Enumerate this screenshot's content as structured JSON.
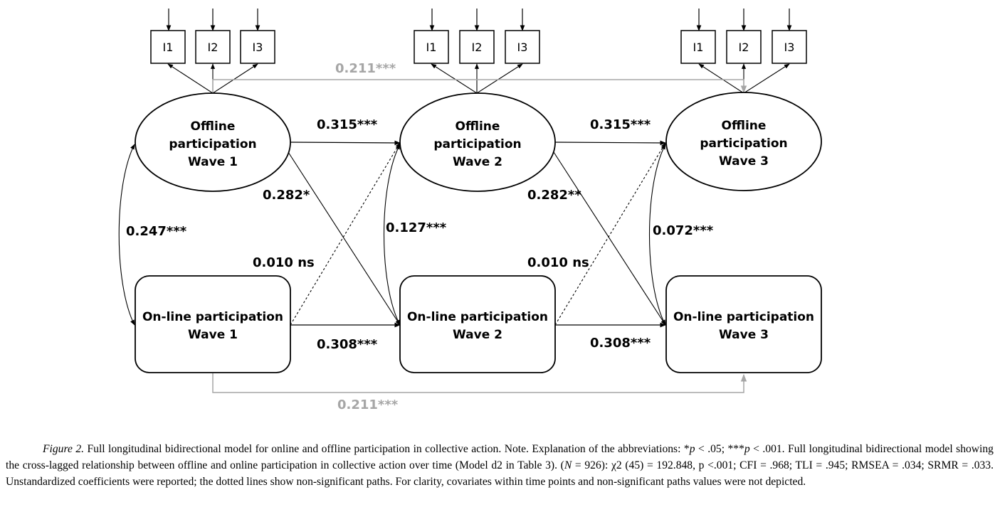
{
  "nodes": {
    "offline1": [
      "Offline",
      "participation",
      "Wave 1"
    ],
    "offline2": [
      "Offline",
      "participation",
      "Wave 2"
    ],
    "offline3": [
      "Offline",
      "participation",
      "Wave 3"
    ],
    "online1": [
      "On-line participation",
      "Wave 1"
    ],
    "online2": [
      "On-line participation",
      "Wave 2"
    ],
    "online3": [
      "On-line participation",
      "Wave 3"
    ]
  },
  "indicators": [
    "I1",
    "I2",
    "I3"
  ],
  "coefficients": {
    "offline_autoregressive": "0.315***",
    "online_autoregressive": "0.308***",
    "offline_to_online": "0.282*",
    "offline_to_online_2": "0.282**",
    "online_to_offline": "0.010 ns",
    "corr_w1": "0.247***",
    "corr_w2": "0.127***",
    "corr_w3": "0.072***",
    "offline_lag2": "0.211***",
    "online_lag2": "0.211***"
  },
  "caption": {
    "figure_label": "Figure 2.",
    "text_1": " Full longitudinal bidirectional model for online and offline participation in collective action. Note. Explanation of the abbreviations: *",
    "p1": "p",
    "text_2": " < .05; ***",
    "p2": "p",
    "text_3": " < .001. Full longitudinal bidirectional model showing the cross-lagged relationship between offline and online participation in collective action over time (Model d2 in Table 3). (",
    "n": "N",
    "text_4": " = 926): χ2 (45) = 192.848, p <.001; CFI = .968; TLI = .945; RMSEA = .034; SRMR = .033. Unstandardized coefficients were reported; the dotted lines show non-significant paths. For clarity, covariates within time points and non-significant paths values were not depicted."
  },
  "colors": {
    "line": "#000000",
    "grey_path": "#a6a6a6"
  }
}
